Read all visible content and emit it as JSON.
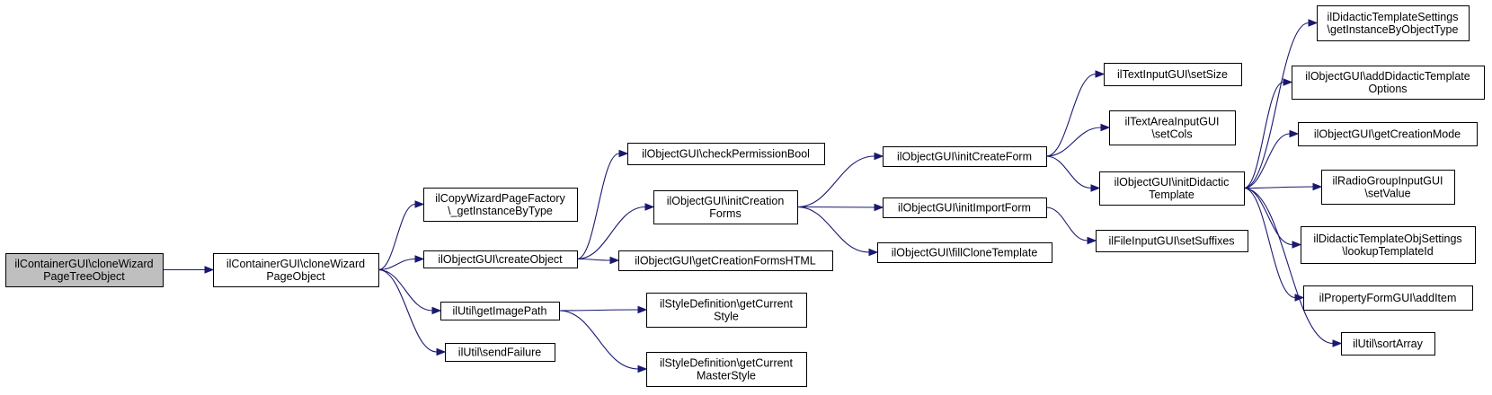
{
  "colors": {
    "root_fill": "#bfbfbf",
    "node_fill": "#ffffff",
    "node_border": "#000000",
    "edge": "#191970"
  },
  "nodes": [
    {
      "id": "root",
      "lines": [
        "ilContainerGUI\\cloneWizard",
        "PageTreeObject"
      ],
      "root": true
    },
    {
      "id": "clonePage",
      "lines": [
        "ilContainerGUI\\cloneWizard",
        "PageObject"
      ]
    },
    {
      "id": "factory",
      "lines": [
        "ilCopyWizardPageFactory",
        "\\_getInstanceByType"
      ]
    },
    {
      "id": "createObject",
      "lines": [
        "ilObjectGUI\\createObject"
      ]
    },
    {
      "id": "getImagePath",
      "lines": [
        "ilUtil\\getImagePath"
      ]
    },
    {
      "id": "sendFailure",
      "lines": [
        "ilUtil\\sendFailure"
      ]
    },
    {
      "id": "checkPerm",
      "lines": [
        "ilObjectGUI\\checkPermissionBool"
      ]
    },
    {
      "id": "initCreationForms",
      "lines": [
        "ilObjectGUI\\initCreation",
        "Forms"
      ]
    },
    {
      "id": "getCreationFormsHTML",
      "lines": [
        "ilObjectGUI\\getCreationFormsHTML"
      ]
    },
    {
      "id": "getCurrentStyle",
      "lines": [
        "ilStyleDefinition\\getCurrent",
        "Style"
      ]
    },
    {
      "id": "getCurrentMasterStyle",
      "lines": [
        "ilStyleDefinition\\getCurrent",
        "MasterStyle"
      ]
    },
    {
      "id": "initCreateForm",
      "lines": [
        "ilObjectGUI\\initCreateForm"
      ]
    },
    {
      "id": "initImportForm",
      "lines": [
        "ilObjectGUI\\initImportForm"
      ]
    },
    {
      "id": "fillCloneTemplate",
      "lines": [
        "ilObjectGUI\\fillCloneTemplate"
      ]
    },
    {
      "id": "setSize",
      "lines": [
        "ilTextInputGUI\\setSize"
      ]
    },
    {
      "id": "setCols",
      "lines": [
        "ilTextAreaInputGUI",
        "\\setCols"
      ]
    },
    {
      "id": "initDidactic",
      "lines": [
        "ilObjectGUI\\initDidactic",
        "Template"
      ]
    },
    {
      "id": "setSuffixes",
      "lines": [
        "ilFileInputGUI\\setSuffixes"
      ]
    },
    {
      "id": "getInstanceByObjectType",
      "lines": [
        "ilDidacticTemplateSettings",
        "\\getInstanceByObjectType"
      ]
    },
    {
      "id": "addDidacticOptions",
      "lines": [
        "ilObjectGUI\\addDidacticTemplate",
        "Options"
      ]
    },
    {
      "id": "getCreationMode",
      "lines": [
        "ilObjectGUI\\getCreationMode"
      ]
    },
    {
      "id": "setValue",
      "lines": [
        "ilRadioGroupInputGUI",
        "\\setValue"
      ]
    },
    {
      "id": "lookupTemplateId",
      "lines": [
        "ilDidacticTemplateObjSettings",
        "\\lookupTemplateId"
      ]
    },
    {
      "id": "addItem",
      "lines": [
        "ilPropertyFormGUI\\addItem"
      ]
    },
    {
      "id": "sortArray",
      "lines": [
        "ilUtil\\sortArray"
      ]
    }
  ],
  "edges": [
    [
      "root",
      "clonePage"
    ],
    [
      "clonePage",
      "factory"
    ],
    [
      "clonePage",
      "createObject"
    ],
    [
      "clonePage",
      "getImagePath"
    ],
    [
      "clonePage",
      "sendFailure"
    ],
    [
      "createObject",
      "checkPerm"
    ],
    [
      "createObject",
      "initCreationForms"
    ],
    [
      "createObject",
      "getCreationFormsHTML"
    ],
    [
      "getImagePath",
      "getCurrentStyle"
    ],
    [
      "getImagePath",
      "getCurrentMasterStyle"
    ],
    [
      "initCreationForms",
      "initCreateForm"
    ],
    [
      "initCreationForms",
      "initImportForm"
    ],
    [
      "initCreationForms",
      "fillCloneTemplate"
    ],
    [
      "initCreateForm",
      "setSize"
    ],
    [
      "initCreateForm",
      "setCols"
    ],
    [
      "initCreateForm",
      "initDidactic"
    ],
    [
      "initImportForm",
      "setSuffixes"
    ],
    [
      "initDidactic",
      "getInstanceByObjectType"
    ],
    [
      "initDidactic",
      "addDidacticOptions"
    ],
    [
      "initDidactic",
      "getCreationMode"
    ],
    [
      "initDidactic",
      "setValue"
    ],
    [
      "initDidactic",
      "lookupTemplateId"
    ],
    [
      "initDidactic",
      "addItem"
    ],
    [
      "initDidactic",
      "sortArray"
    ]
  ]
}
